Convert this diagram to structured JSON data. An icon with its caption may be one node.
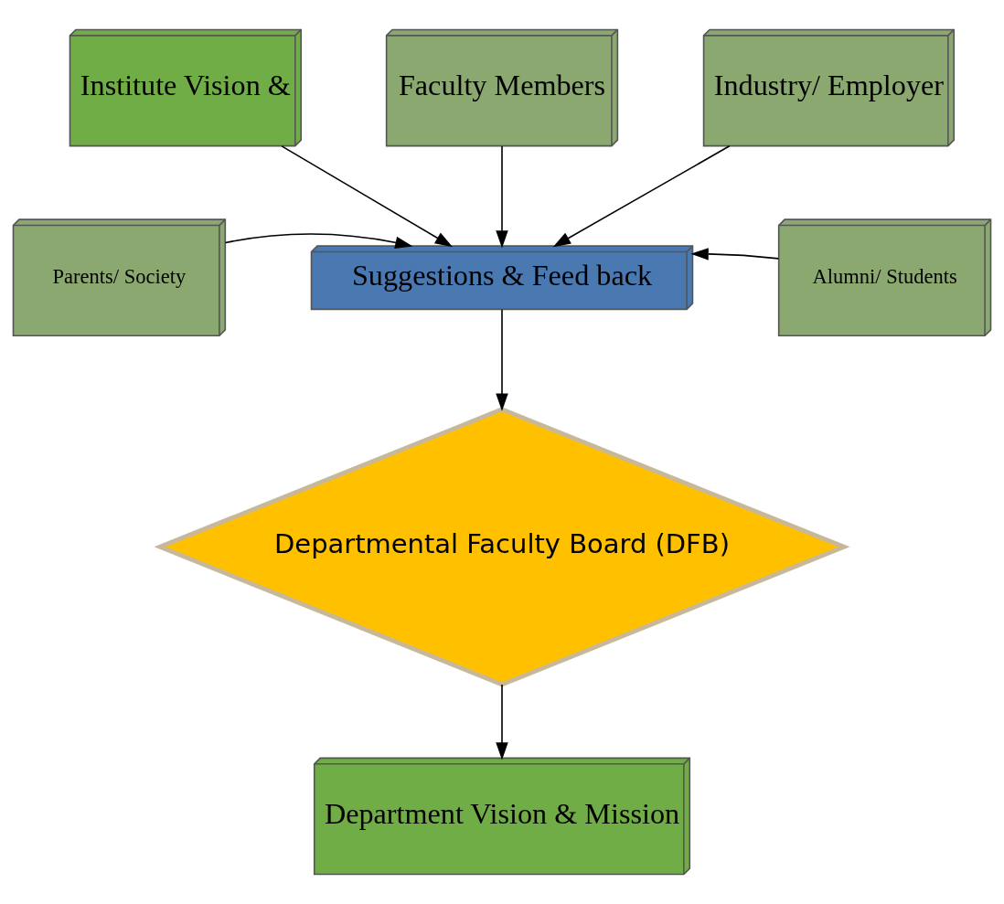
{
  "diagram": {
    "nodes": [
      {
        "text": [
          "Institute Vision &"
        ]
      },
      {
        "text": [
          "Faculty Members"
        ]
      },
      {
        "text": [
          "Industry/ Employer"
        ]
      },
      {
        "text": [
          "Suggestions & Feed back"
        ]
      },
      {
        "text": [
          "Parents/ Society"
        ]
      },
      {
        "text": [
          "Alumni/ Students"
        ]
      },
      {
        "text": [
          "Departmental Faculty Board (DFB)"
        ]
      },
      {
        "text": [
          "Department Vision & Mission"
        ]
      }
    ],
    "edges": [
      {
        "from": 0,
        "to": 3,
        "arrow": "to"
      },
      {
        "from": 1,
        "to": 3,
        "arrow": "to"
      },
      {
        "from": 2,
        "to": 3,
        "arrow": "to"
      },
      {
        "from": 4,
        "to": 3,
        "arrow": "to"
      },
      {
        "from": 5,
        "to": 3,
        "arrow": "to"
      },
      {
        "from": 3,
        "to": 6,
        "arrow": "to"
      },
      {
        "from": 6,
        "to": 7,
        "arrow": "to"
      }
    ]
  }
}
